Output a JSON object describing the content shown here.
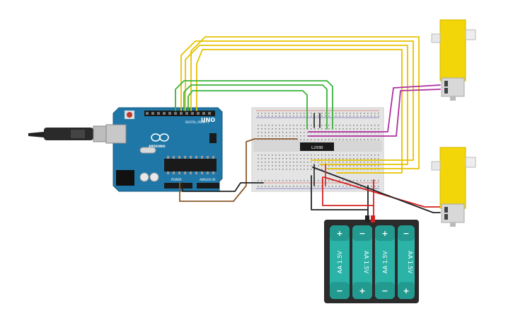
{
  "arduino": {
    "label_uno": "UNO",
    "label_brand": "ARDUINO",
    "label_digital": "DIGITAL (PWM~)",
    "label_power": "POWER",
    "label_analog": "ANALOG IN"
  },
  "driver": {
    "chip_label": "L293D"
  },
  "battery_pack": {
    "cells": [
      {
        "label": "AA 1.5V",
        "top_sign": "+",
        "bottom_sign": "−"
      },
      {
        "label": "AA 1.5V",
        "top_sign": "−",
        "bottom_sign": "+"
      },
      {
        "label": "AA 1.5V",
        "top_sign": "+",
        "bottom_sign": "−"
      },
      {
        "label": "AA 1.5V",
        "top_sign": "−",
        "bottom_sign": "+"
      }
    ]
  },
  "colors": {
    "arduino_board": "#1f77a8",
    "yellow_wire": "#e6c200",
    "green_wire": "#3bb33b",
    "magenta_wire": "#b02fa0",
    "brown_wire": "#8a5a2b",
    "black_wire": "#222222",
    "red_wire": "#d62020",
    "motor_body": "#f2d60a",
    "battery_cell": "#2bb3a8",
    "battery_case": "#2b2b2b",
    "breadboard": "#e4e4e4"
  }
}
